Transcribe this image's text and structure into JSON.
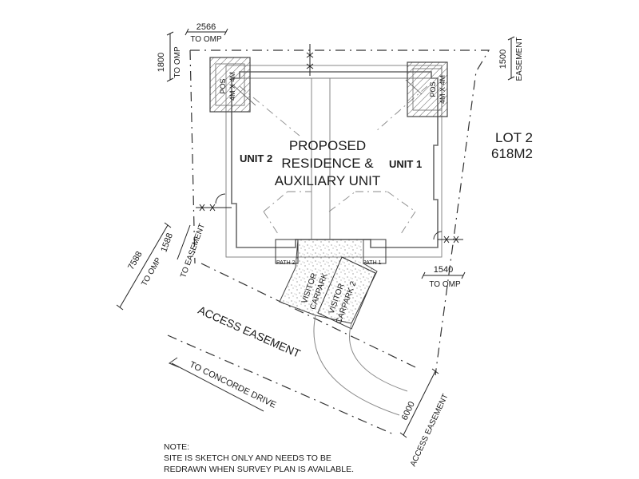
{
  "lot": {
    "name": "LOT 2",
    "area": "618M2"
  },
  "building": {
    "line1": "PROPOSED",
    "line2": "RESIDENCE &",
    "line3": "AUXILIARY UNIT"
  },
  "units": {
    "unit1": "UNIT 1",
    "unit2": "UNIT 2"
  },
  "pos": {
    "label": "POS",
    "size": "4M X 4M"
  },
  "paths": {
    "path1": "PATH 1",
    "path2": "PATH 2"
  },
  "carparks": {
    "visitor1_line1": "VISITOR",
    "visitor1_line2": "CARPARK",
    "visitor2_line1": "VISITOR",
    "visitor2_line2": "CARPARK 2"
  },
  "access_easement": "ACCESS EASEMENT",
  "road_direction": "TO CONCORDE DRIVE",
  "dimensions": {
    "top_left": {
      "value": "2566",
      "label": "TO OMP"
    },
    "left_top": {
      "value": "1800",
      "label": "TO OMP"
    },
    "right_top": {
      "value": "1500",
      "label": "EASEMENT"
    },
    "left_long": {
      "value": "7588",
      "label": "TO OMP"
    },
    "left_short": {
      "value": "1588",
      "label": "TO EASEMENT"
    },
    "right_bottom": {
      "value": "1540",
      "label": "TO OMP"
    },
    "bottom_right": {
      "value": "6000",
      "label": "ACCESS EASEMENT"
    }
  },
  "note": {
    "title": "NOTE:",
    "line1": "SITE IS SKETCH ONLY AND NEEDS TO BE",
    "line2": "REDRAWN WHEN SURVEY PLAN IS AVAILABLE."
  }
}
